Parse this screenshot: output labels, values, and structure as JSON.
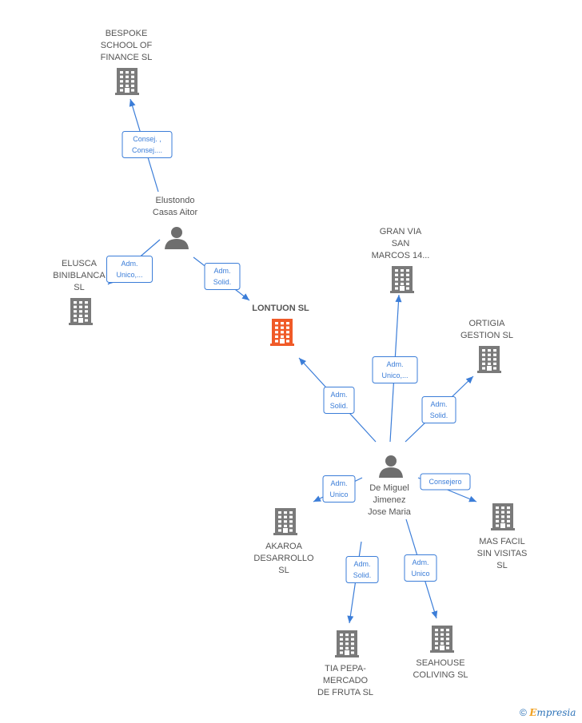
{
  "colors": {
    "company": "#7a7a7a",
    "focus": "#f05a28",
    "person": "#6e6e6e",
    "edge": "#3b7dd8"
  },
  "nodes": [
    {
      "id": "bespoke",
      "type": "company",
      "label": [
        "BESPOKE",
        "SCHOOL OF",
        "FINANCE  SL"
      ]
    },
    {
      "id": "elustondo",
      "type": "person",
      "label": [
        "Elustondo",
        "Casas Aitor"
      ]
    },
    {
      "id": "elusca",
      "type": "company",
      "label": [
        "ELUSCA",
        "BINIBLANCA",
        "SL"
      ]
    },
    {
      "id": "lontuon",
      "type": "focus",
      "label": [
        "LONTUON  SL"
      ]
    },
    {
      "id": "granvia",
      "type": "company",
      "label": [
        "GRAN VIA",
        "SAN",
        "MARCOS 14..."
      ]
    },
    {
      "id": "ortigia",
      "type": "company",
      "label": [
        "ORTIGIA",
        "GESTION  SL"
      ]
    },
    {
      "id": "demiguel",
      "type": "person",
      "label": [
        "De Miguel",
        "Jimenez",
        "Jose Maria"
      ]
    },
    {
      "id": "akaroa",
      "type": "company",
      "label": [
        "AKAROA",
        "DESARROLLO",
        "SL"
      ]
    },
    {
      "id": "masfacil",
      "type": "company",
      "label": [
        "MAS FACIL",
        "SIN VISITAS",
        "SL"
      ]
    },
    {
      "id": "tiapepa",
      "type": "company",
      "label": [
        "TIA PEPA-",
        "MERCADO",
        "DE FRUTA SL"
      ]
    },
    {
      "id": "seahouse",
      "type": "company",
      "label": [
        "SEAHOUSE",
        "COLIVING  SL"
      ]
    }
  ],
  "edges": [
    {
      "from": "elustondo",
      "to": "bespoke",
      "label": [
        "Consej. ,",
        "Consej...."
      ]
    },
    {
      "from": "elustondo",
      "to": "elusca",
      "label": [
        "Adm.",
        "Unico,..."
      ]
    },
    {
      "from": "elustondo",
      "to": "lontuon",
      "label": [
        "Adm.",
        "Solid."
      ]
    },
    {
      "from": "demiguel",
      "to": "lontuon",
      "label": [
        "Adm.",
        "Solid."
      ]
    },
    {
      "from": "demiguel",
      "to": "granvia",
      "label": [
        "Adm.",
        "Unico,..."
      ]
    },
    {
      "from": "demiguel",
      "to": "ortigia",
      "label": [
        "Adm.",
        "Solid."
      ]
    },
    {
      "from": "demiguel",
      "to": "akaroa",
      "label": [
        "Adm.",
        "Unico"
      ]
    },
    {
      "from": "demiguel",
      "to": "masfacil",
      "label": [
        "Consejero"
      ]
    },
    {
      "from": "demiguel",
      "to": "tiapepa",
      "label": [
        "Adm.",
        "Solid."
      ]
    },
    {
      "from": "demiguel",
      "to": "seahouse",
      "label": [
        "Adm.",
        "Unico"
      ]
    }
  ],
  "footer": {
    "copyright": "©",
    "brand_first": "E",
    "brand_rest": "mpresia"
  }
}
